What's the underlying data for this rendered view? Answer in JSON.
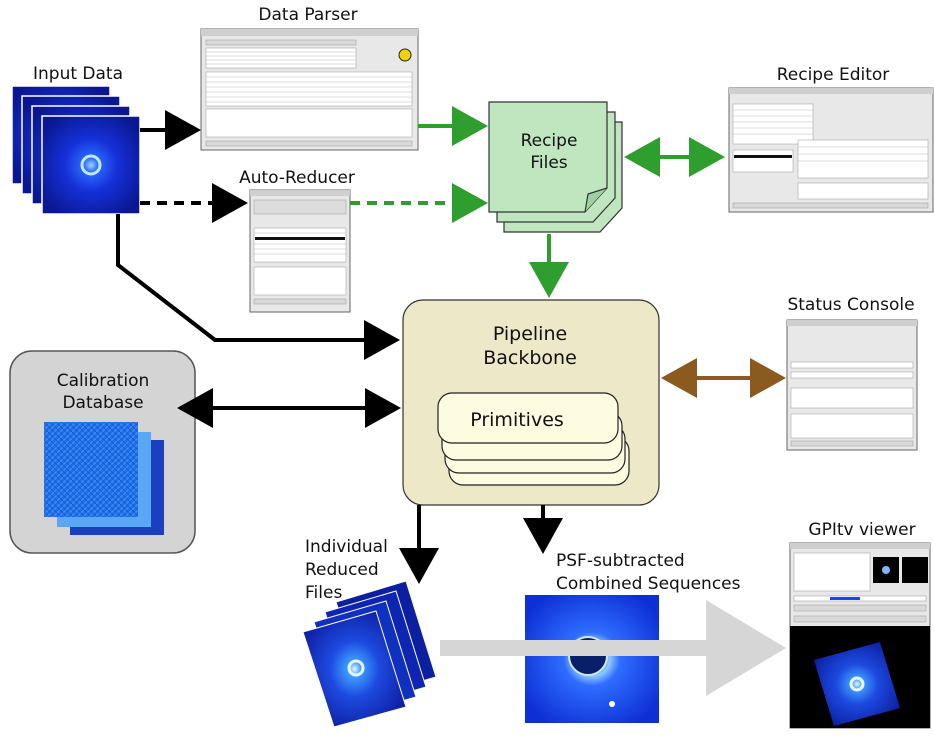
{
  "labels": {
    "input_data": "Input Data",
    "data_parser": "Data Parser",
    "auto_reducer": "Auto-Reducer",
    "recipe_files_line1": "Recipe",
    "recipe_files_line2": "Files",
    "recipe_editor": "Recipe Editor",
    "status_console": "Status Console",
    "calibration_line1": "Calibration",
    "calibration_line2": "Database",
    "pipeline_line1": "Pipeline",
    "pipeline_line2": "Backbone",
    "primitives": "Primitives",
    "individual_line1": "Individual",
    "individual_line2": "Reduced",
    "individual_line3": "Files",
    "psf_line1": "PSF-subtracted",
    "psf_line2": "Combined Sequences",
    "gpitv": "GPItv viewer"
  },
  "colors": {
    "green_arrow": "#2e9e2e",
    "brown_arrow": "#8b5a1e",
    "black_arrow": "#000000",
    "gray_arrow": "#d6d6d6",
    "recipe_fill": "#bfe6bf",
    "pipeline_fill": "#ece8c8",
    "calib_fill": "#d4d4d4",
    "primitive_fill": "#fdfbe0",
    "sky_blue": "#1a2fd0"
  }
}
